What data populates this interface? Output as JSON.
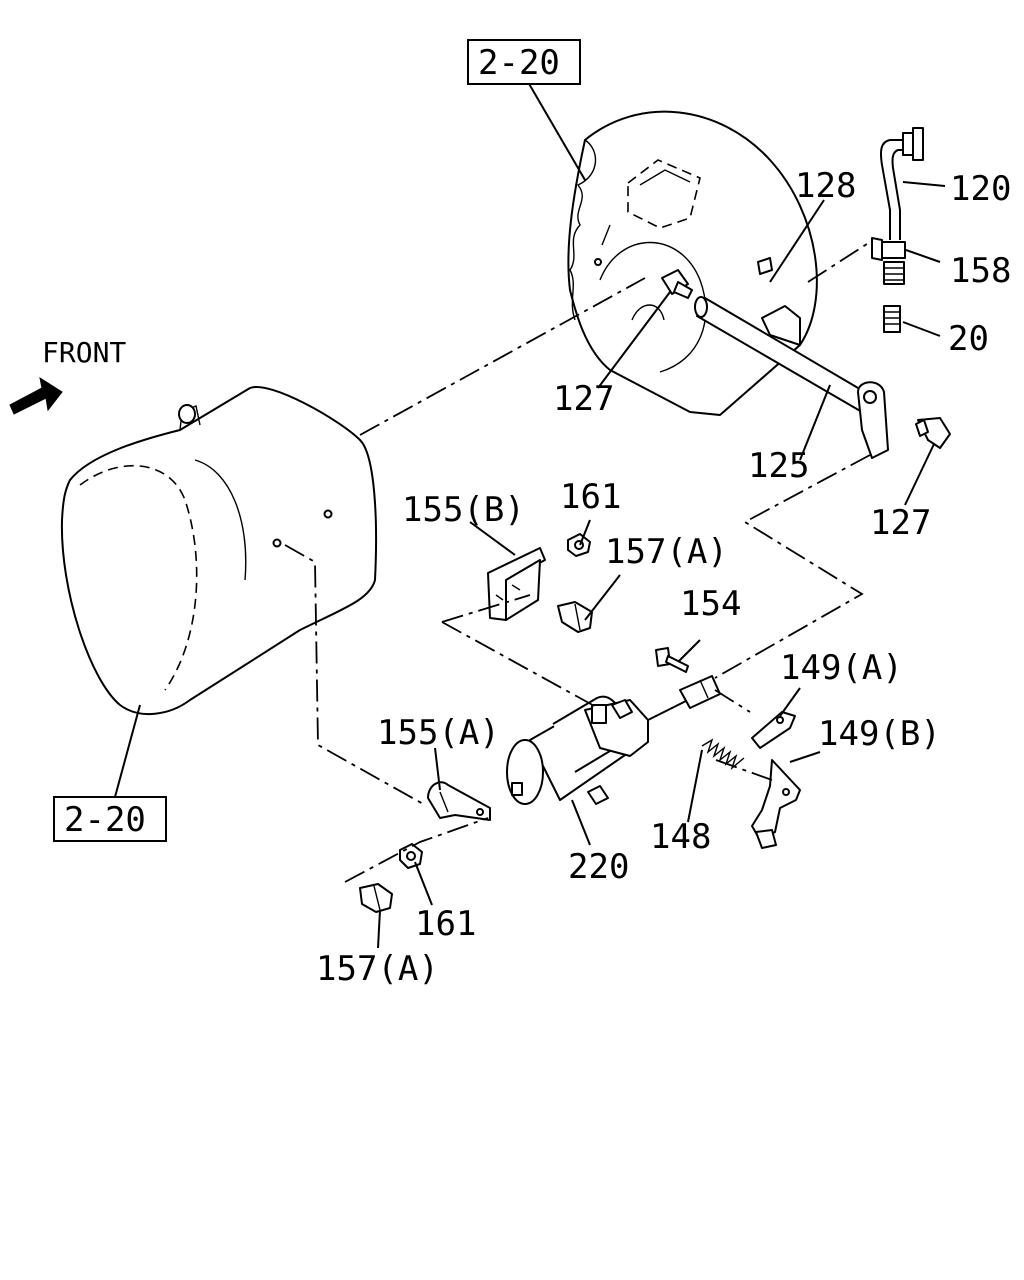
{
  "direction": {
    "label": "FRONT",
    "icon": "front-arrow-icon"
  },
  "references": {
    "top": "2-20",
    "bottom": "2-20"
  },
  "parts": {
    "p120": "120",
    "p128": "128",
    "p158": "158",
    "p20": "20",
    "p127_upper": "127",
    "p125": "125",
    "p127_lower": "127",
    "p161_upper": "161",
    "p155b": "155(B)",
    "p157a_upper": "157(A)",
    "p154": "154",
    "p149a": "149(A)",
    "p149b": "149(B)",
    "p155a": "155(A)",
    "p148": "148",
    "p220": "220",
    "p161_lower": "161",
    "p157a_lower": "157(A)"
  }
}
